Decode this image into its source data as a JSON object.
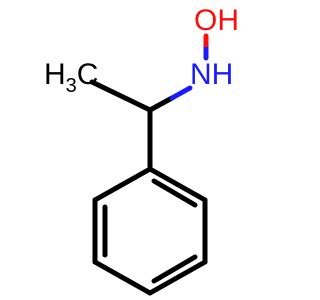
{
  "molecule": {
    "labels": {
      "oxygen_hydroxyl": "OH",
      "nitrogen_hydrogen": "NH",
      "methyl_main": "H",
      "methyl_subscript": "3",
      "methyl_carbon": "C"
    },
    "colors": {
      "carbon": "#000000",
      "nitrogen": "#1a1aff",
      "oxygen": "#ff0d0d"
    }
  }
}
